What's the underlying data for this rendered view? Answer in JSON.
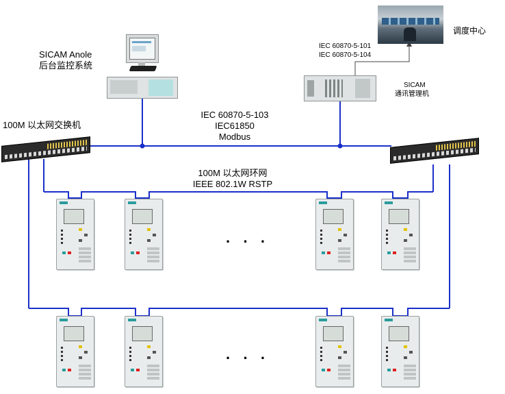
{
  "labels": {
    "anole_name": "SICAM Anole",
    "anole_desc": "后台监控系统",
    "iec_101": "IEC 60870-5-101",
    "iec_104": "IEC 60870-5-104",
    "dispatch": "调度中心",
    "sicam": "SICAM",
    "comm_mgr": "通讯管理机",
    "switch_label": "100M 以太网交换机",
    "proto_103": "IEC 60870-5-103",
    "proto_61850": "IEC61850",
    "proto_modbus": "Modbus",
    "ring_name": "100M 以太网环网",
    "ring_std": "IEEE 802.1W RSTP",
    "ellipsis": "· · ·"
  },
  "colors": {
    "line": "#1a2fc9",
    "gray_line": "#444444"
  }
}
